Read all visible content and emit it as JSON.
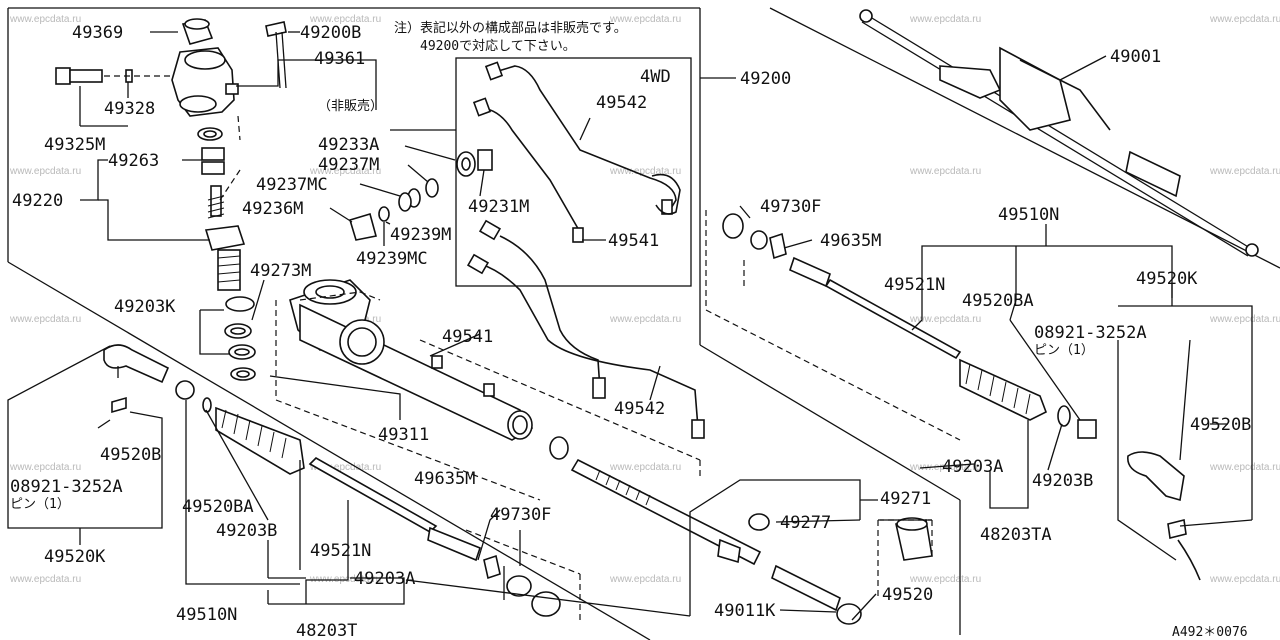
{
  "diagram": {
    "watermark": "www.epcdata.ru",
    "note_line1": "注）表記以外の構成部品は非販売です。",
    "note_line2": "49200で対応して下さい。",
    "not_sold": "（非販売）",
    "box_4wd": "4WD",
    "pin_note": "ピン（1）",
    "figure_code": "A492＊0076",
    "labels": {
      "p49369": "49369",
      "p49200B": "49200B",
      "p49361": "49361",
      "p49328": "49328",
      "p49325M": "49325M",
      "p49263": "49263",
      "p49220": "49220",
      "p49233A": "49233A",
      "p49237M": "49237M",
      "p49237MC": "49237MC",
      "p49236M": "49236M",
      "p49239M": "49239M",
      "p49239MC": "49239MC",
      "p49231M": "49231M",
      "p49542_top": "49542",
      "p49541_top": "49541",
      "p49200": "49200",
      "p49001": "49001",
      "p49273M": "49273M",
      "p49203K": "49203K",
      "p49541_mid": "49541",
      "p49542_mid": "49542",
      "p49311": "49311",
      "p49730F_r": "49730F",
      "p49635M_r": "49635M",
      "p49510N_r": "49510N",
      "p49521N_r": "49521N",
      "p49520BA_r": "49520BA",
      "p49520K_r": "49520K",
      "p08921_r": "08921-3252A",
      "p49520B_r": "49520B",
      "p49203A_r": "49203A",
      "p49203B_r": "49203B",
      "p48203TA": "48203TA",
      "p49271": "49271",
      "p49277": "49277",
      "p49520": "49520",
      "p49011K": "49011K",
      "p49520B_l": "49520B",
      "p08921_l": "08921-3252A",
      "p49520K_l": "49520K",
      "p49520BA_l": "49520BA",
      "p49203B_l": "49203B",
      "p49635M_l": "49635M",
      "p49730F_l": "49730F",
      "p49521N_l": "49521N",
      "p49203A_l": "49203A",
      "p49510N_l": "49510N",
      "p48203T": "48203T"
    }
  }
}
